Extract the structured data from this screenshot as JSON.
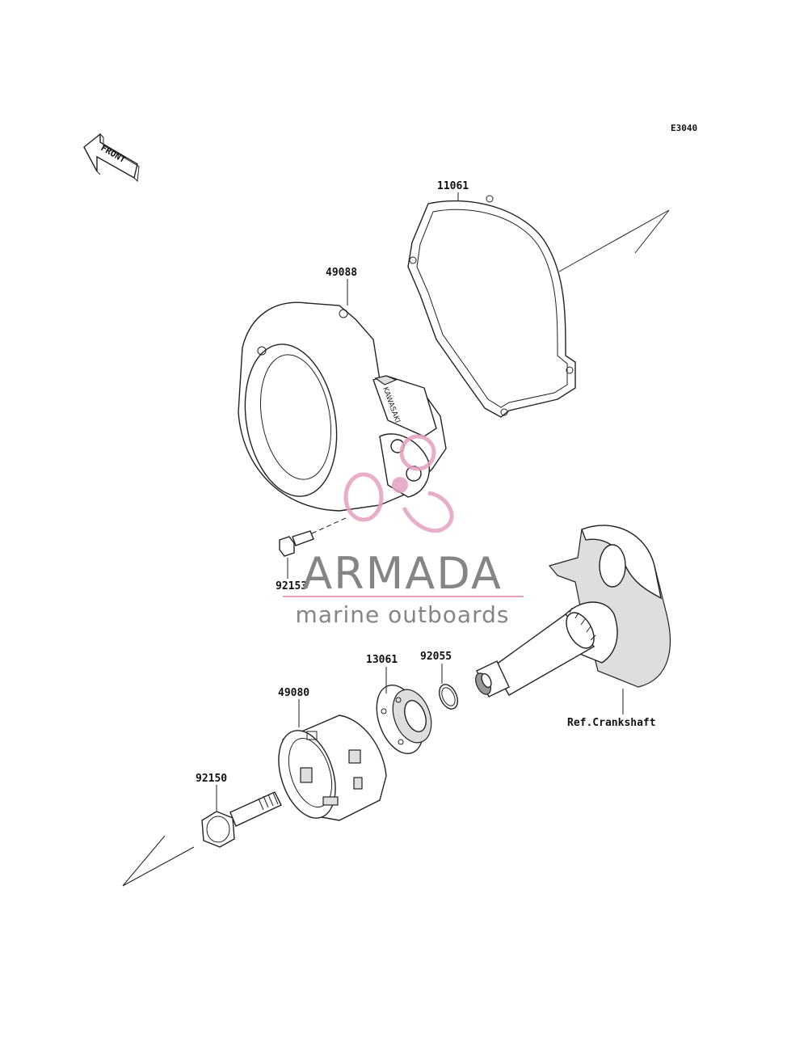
{
  "diagram": {
    "code": "E3040",
    "front_label": "FRONT",
    "cover_marking": "KAWASAKI",
    "parts": [
      {
        "id": "11061"
      },
      {
        "id": "49088"
      },
      {
        "id": "92153"
      },
      {
        "id": "13061"
      },
      {
        "id": "92055"
      },
      {
        "id": "49080"
      },
      {
        "id": "92150"
      }
    ],
    "reference_label": "Ref.Crankshaft"
  },
  "watermark": {
    "brand": "ARMADA",
    "tagline": "marine outboards",
    "colors": {
      "text": "#858585",
      "logo": "#e6a0be"
    }
  }
}
